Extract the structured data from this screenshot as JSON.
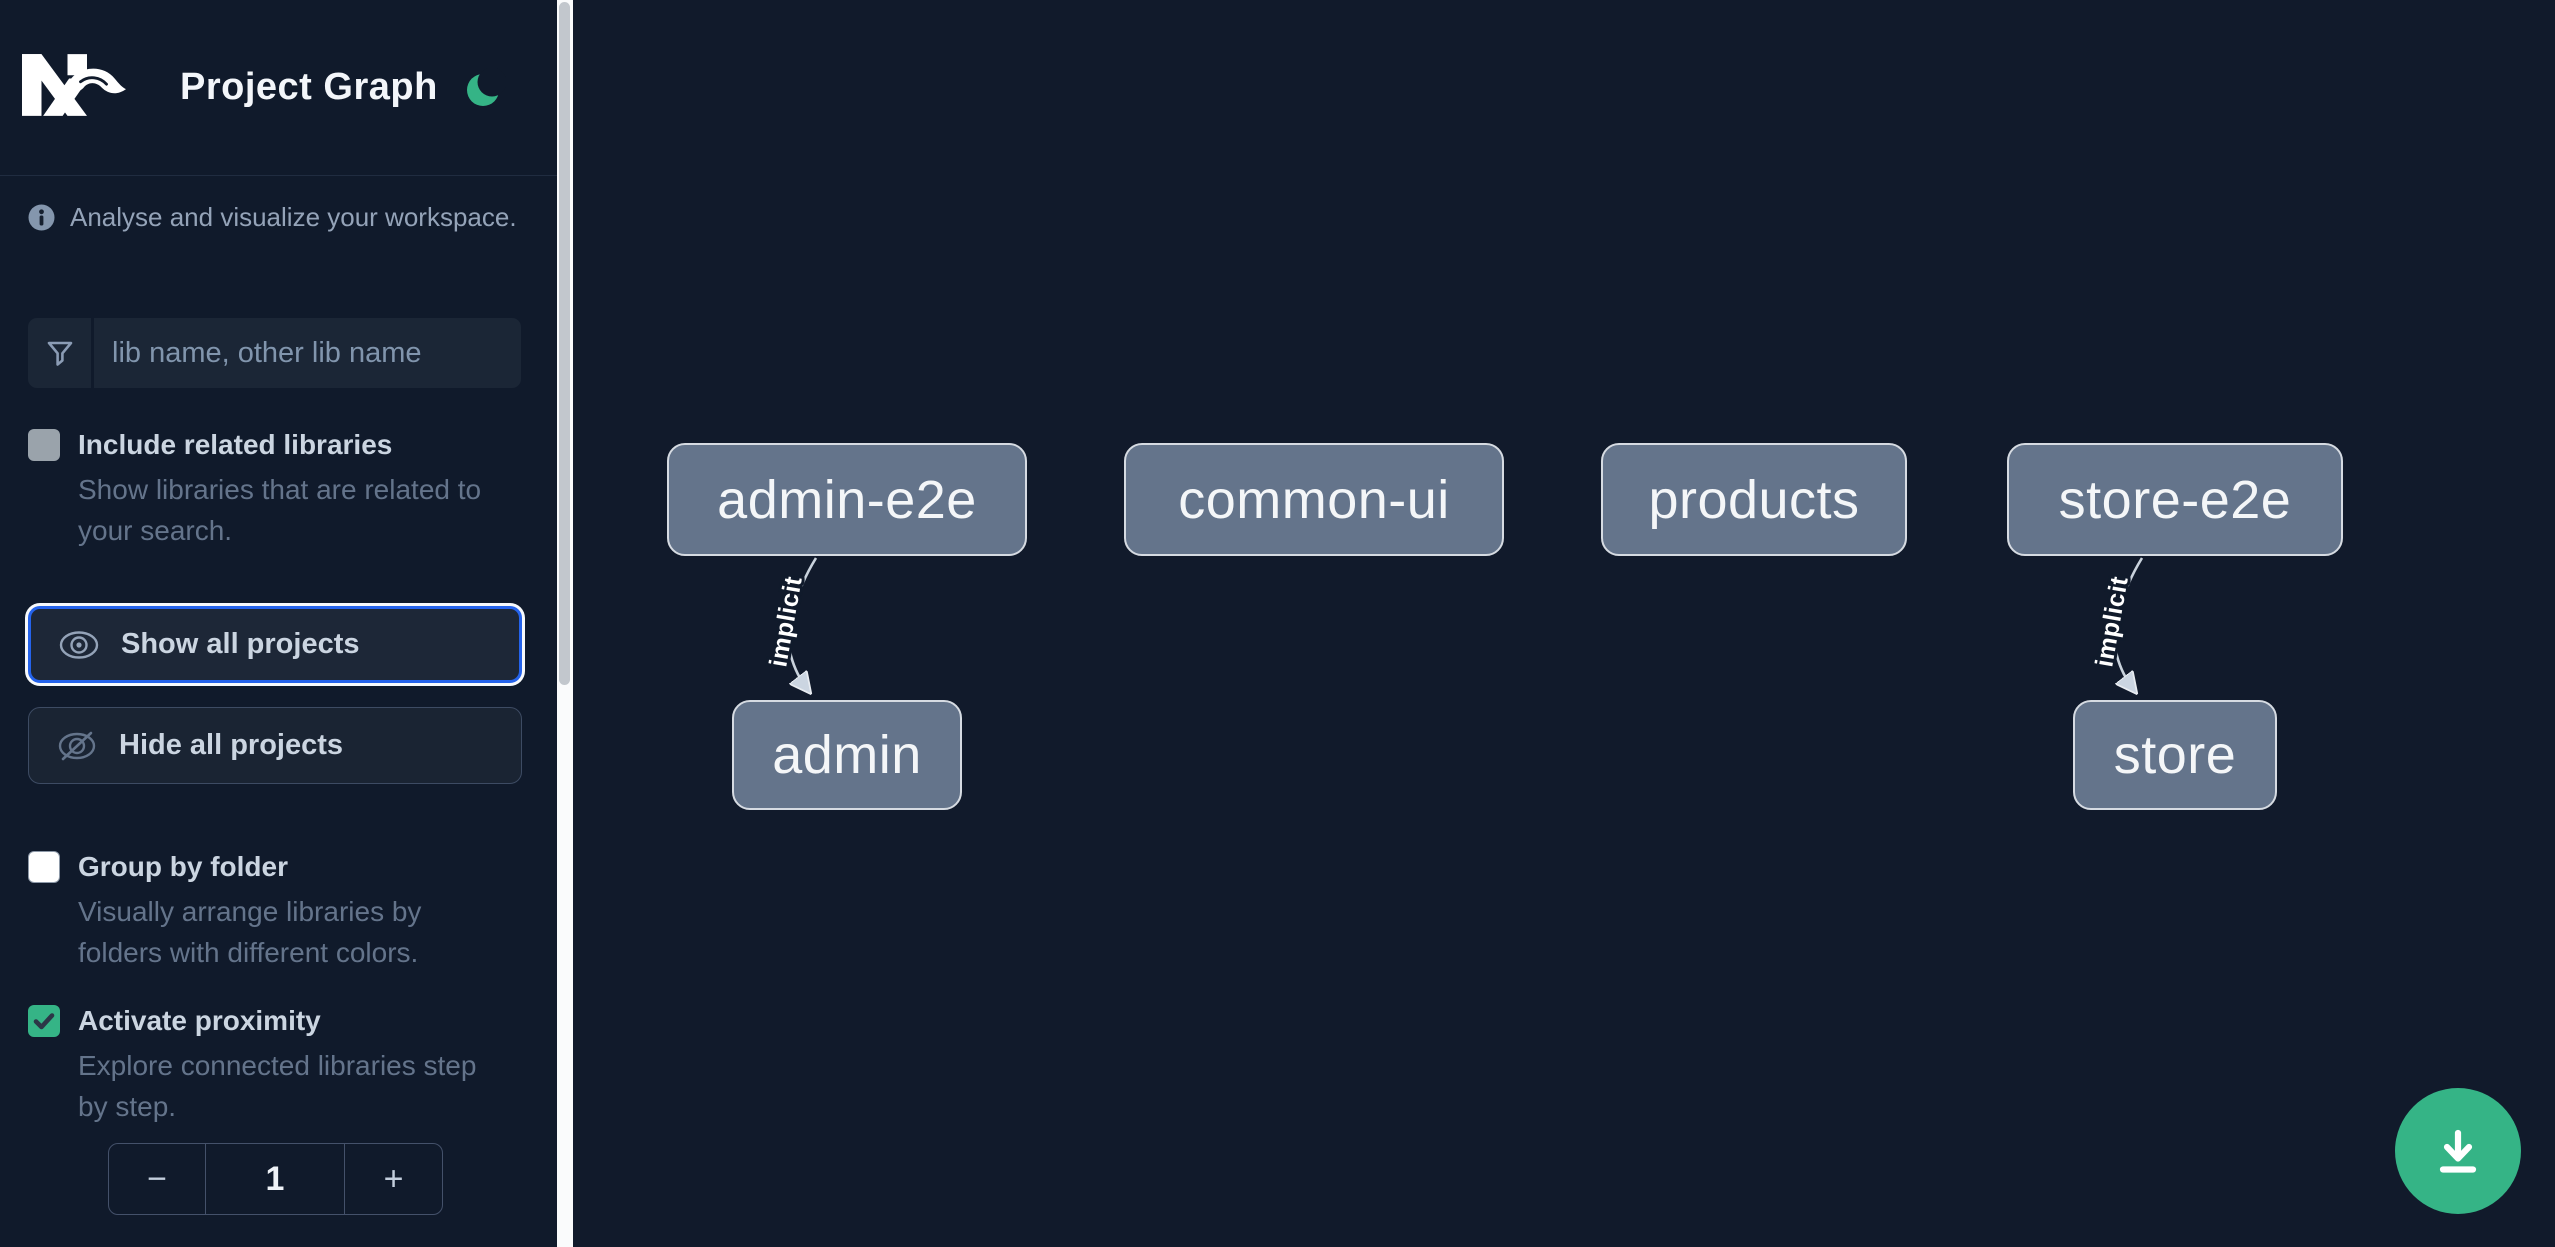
{
  "header": {
    "title": "Project Graph",
    "logo": "nx-logo",
    "theme_toggle_icon": "moon-icon"
  },
  "intro": {
    "text": "Analyse and visualize your workspace."
  },
  "search": {
    "placeholder": "lib name, other lib name",
    "value": "",
    "icon": "funnel-icon"
  },
  "sidebar": {
    "include_related": {
      "label": "Include related libraries",
      "description": "Show libraries that are related to your search.",
      "checked": false,
      "enabled": false
    },
    "show_all_label": "Show all projects",
    "hide_all_label": "Hide all projects",
    "group_by_folder": {
      "label": "Group by folder",
      "description": "Visually arrange libraries by folders with different colors.",
      "checked": false
    },
    "activate_proximity": {
      "label": "Activate proximity",
      "description": "Explore connected libraries step by step.",
      "checked": true
    },
    "stepper": {
      "decrement": "−",
      "value": "1",
      "increment": "+"
    }
  },
  "graph": {
    "nodes": [
      {
        "id": "admin-e2e",
        "label": "admin-e2e"
      },
      {
        "id": "common-ui",
        "label": "common-ui"
      },
      {
        "id": "products",
        "label": "products"
      },
      {
        "id": "store-e2e",
        "label": "store-e2e"
      },
      {
        "id": "admin",
        "label": "admin"
      },
      {
        "id": "store",
        "label": "store"
      }
    ],
    "edges": [
      {
        "from": "admin-e2e",
        "to": "admin",
        "label": "implicit",
        "type": "implicit"
      },
      {
        "from": "store-e2e",
        "to": "store",
        "label": "implicit",
        "type": "implicit"
      }
    ]
  },
  "fab": {
    "icon": "download-icon"
  },
  "colors": {
    "background": "#111a2b",
    "sidebar_background": "#101a2b",
    "accent_green": "#35b486",
    "focus_blue": "#2563eb",
    "node_fill": "#64748b",
    "node_border": "#d6dbe2",
    "label_text": "#cbd5e1",
    "muted_text": "#64748b",
    "info_text": "#94a3b8",
    "scrollbar_track": "#fafbfc",
    "scrollbar_thumb": "#c2c7cd"
  }
}
